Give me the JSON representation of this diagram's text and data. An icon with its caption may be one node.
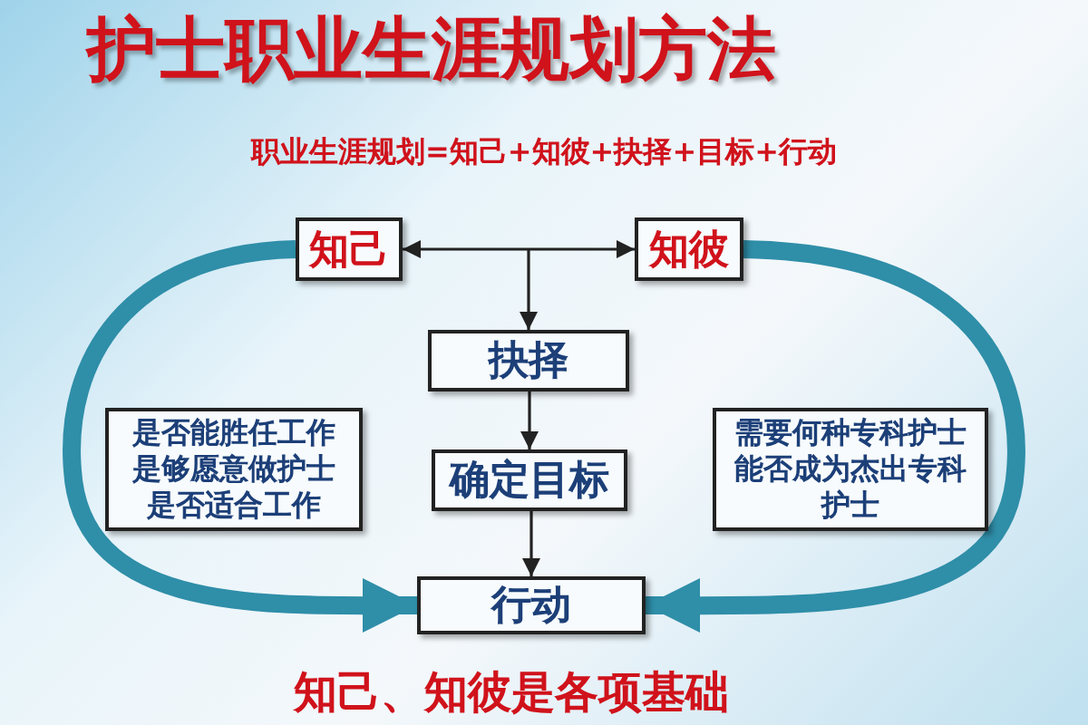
{
  "diagram": {
    "title": "护士职业生涯规划方法",
    "nodes": [
      {
        "text": [
          "知己"
        ]
      },
      {
        "text": [
          "知彼"
        ]
      },
      {
        "text": [
          "抉择"
        ]
      },
      {
        "text": [
          "确定目标"
        ]
      },
      {
        "text": [
          "行动"
        ]
      },
      {
        "text": [
          "是否能胜任工作是够愿意做护士是否适合工作"
        ]
      },
      {
        "text": [
          "需要何种专科护士能否成为杰出专科护士"
        ]
      }
    ],
    "edges": [
      {
        "from": 0,
        "to": 1,
        "arrow": "both"
      },
      {
        "from": null,
        "to": 2,
        "arrow": "to"
      },
      {
        "from": 2,
        "to": 3,
        "arrow": "to"
      },
      {
        "from": 3,
        "to": 4,
        "arrow": "to"
      },
      {
        "from": 0,
        "to": 4,
        "arrow": "to",
        "style": "thick",
        "color": "#2f8ea8"
      },
      {
        "from": 1,
        "to": 4,
        "arrow": "to",
        "style": "thick",
        "color": "#2f8ea8"
      }
    ],
    "labels": [
      "职业生涯规划=知己+知彼+抉择+目标+行动",
      "知己、知彼是各项基础"
    ]
  }
}
